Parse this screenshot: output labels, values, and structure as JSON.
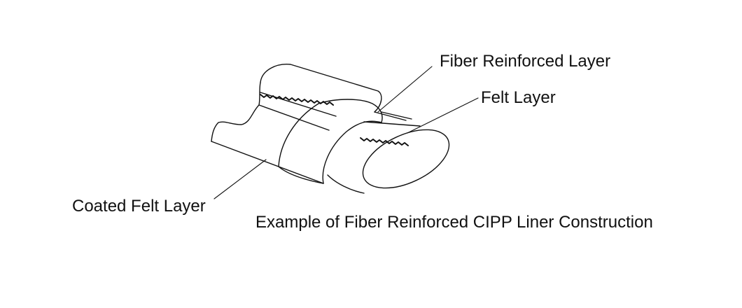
{
  "labels": {
    "fiber_reinforced": "Fiber Reinforced Layer",
    "felt": "Felt Layer",
    "coated_felt": "Coated Felt Layer"
  },
  "caption": "Example of Fiber Reinforced CIPP Liner Construction",
  "colors": {
    "line": "#111111",
    "background": "#ffffff"
  }
}
